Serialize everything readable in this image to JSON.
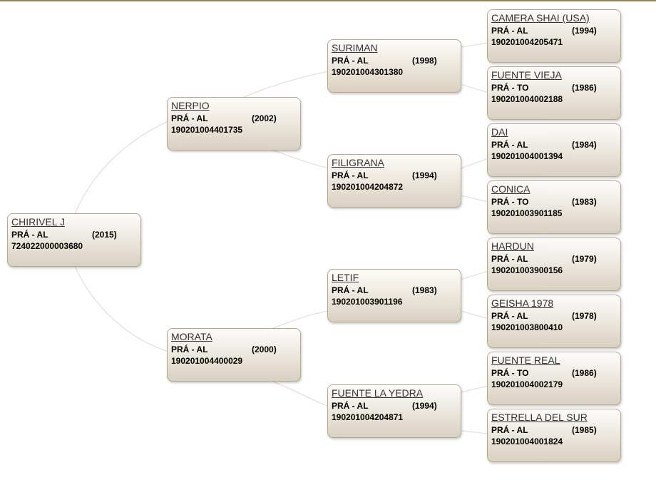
{
  "nodes": [
    {
      "id": "chirivel-j",
      "name": "CHIRIVEL J",
      "breed": "PRÁ - AL",
      "year": "(2015)",
      "reg": "724022000003680"
    },
    {
      "id": "nerpio",
      "name": "NERPIO",
      "breed": "PRÁ - AL",
      "year": "(2002)",
      "reg": "190201004401735"
    },
    {
      "id": "morata",
      "name": "MORATA",
      "breed": "PRÁ - AL",
      "year": "(2000)",
      "reg": "190201004400029"
    },
    {
      "id": "suriman",
      "name": "SURIMAN",
      "breed": "PRÁ - AL",
      "year": "(1998)",
      "reg": "190201004301380"
    },
    {
      "id": "filigrana",
      "name": "FILIGRANA",
      "breed": "PRÁ - AL",
      "year": "(1994)",
      "reg": "190201004204872"
    },
    {
      "id": "letif",
      "name": "LETIF",
      "breed": "PRÁ - AL",
      "year": "(1983)",
      "reg": "190201003901196"
    },
    {
      "id": "fuente-la-yedra",
      "name": "FUENTE LA YEDRA",
      "breed": "PRÁ - AL",
      "year": "(1994)",
      "reg": "190201004204871"
    },
    {
      "id": "camera-shai-usa",
      "name": "CAMERA SHAI (USA)",
      "breed": "PRÁ - AL",
      "year": "(1994)",
      "reg": "190201004205471"
    },
    {
      "id": "fuente-vieja",
      "name": "FUENTE VIEJA",
      "breed": "PRÁ - TO",
      "year": "(1986)",
      "reg": "190201004002188"
    },
    {
      "id": "dai",
      "name": "DAI",
      "breed": "PRÁ - AL",
      "year": "(1984)",
      "reg": "190201004001394"
    },
    {
      "id": "conica",
      "name": "CONICA",
      "breed": "PRÁ - TO",
      "year": "(1983)",
      "reg": "190201003901185"
    },
    {
      "id": "hardun",
      "name": "HARDUN",
      "breed": "PRÁ - AL",
      "year": "(1979)",
      "reg": "190201003900156"
    },
    {
      "id": "geisha-1978",
      "name": "GEISHA 1978",
      "breed": "PRÁ - AL",
      "year": "(1978)",
      "reg": "190201003800410"
    },
    {
      "id": "fuente-real",
      "name": "FUENTE REAL",
      "breed": "PRÁ - TO",
      "year": "(1986)",
      "reg": "190201004002179"
    },
    {
      "id": "estrella-del-sur",
      "name": "ESTRELLA DEL SUR",
      "breed": "PRÁ - AL",
      "year": "(1985)",
      "reg": "190201004001824"
    }
  ],
  "colors": {
    "accent": "#9c8359",
    "border": "#b8a98c",
    "link": "#e4e0da"
  }
}
